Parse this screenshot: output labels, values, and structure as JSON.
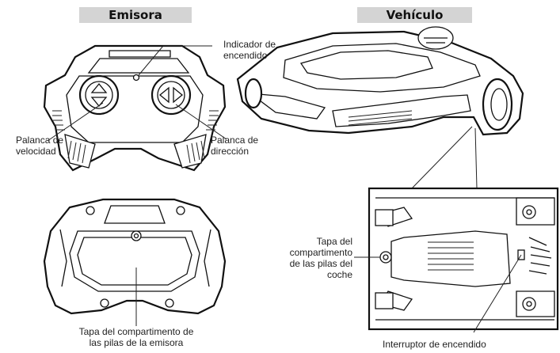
{
  "headers": {
    "transmitter": "Emisora",
    "vehicle": "Vehículo"
  },
  "labels": {
    "power_indicator": "Indicador de\nencendido",
    "speed_lever": "Palanca de\nvelocidad",
    "steering_lever": "Palanca de\ndirección",
    "transmitter_battery_cover": "Tapa del compartimento de\nlas pilas de la emisora",
    "car_battery_cover": "Tapa del\ncompartimento\nde las pilas del\ncoche",
    "power_switch": "Interruptor de encendido"
  },
  "colors": {
    "header_bg": "#d4d4d4",
    "line": "#111111"
  }
}
